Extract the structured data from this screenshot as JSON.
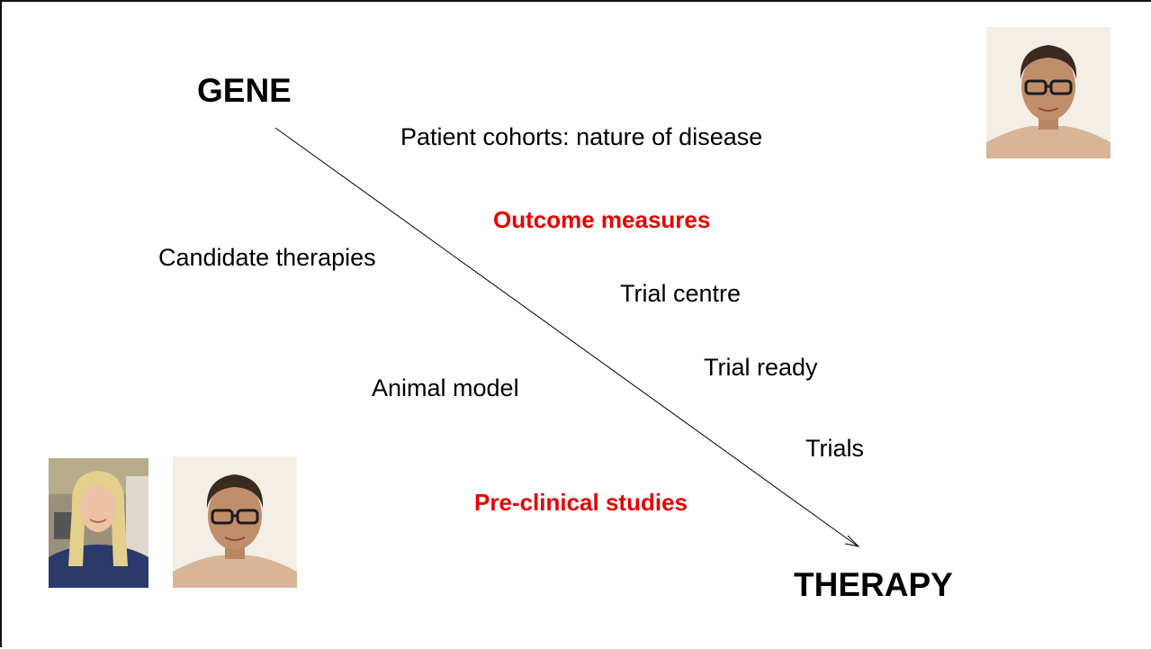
{
  "diagram": {
    "start_label": "GENE",
    "end_label": "THERAPY",
    "notes": {
      "patient_cohorts": "Patient cohorts: nature of disease",
      "outcome_measures": "Outcome measures",
      "candidate_therapies": "Candidate therapies",
      "trial_centre": "Trial centre",
      "trial_ready": "Trial ready",
      "animal_model": "Animal model",
      "trials": "Trials",
      "preclinical_studies": "Pre-clinical studies"
    },
    "colors": {
      "highlight": "#e60000",
      "text": "#000000"
    }
  }
}
